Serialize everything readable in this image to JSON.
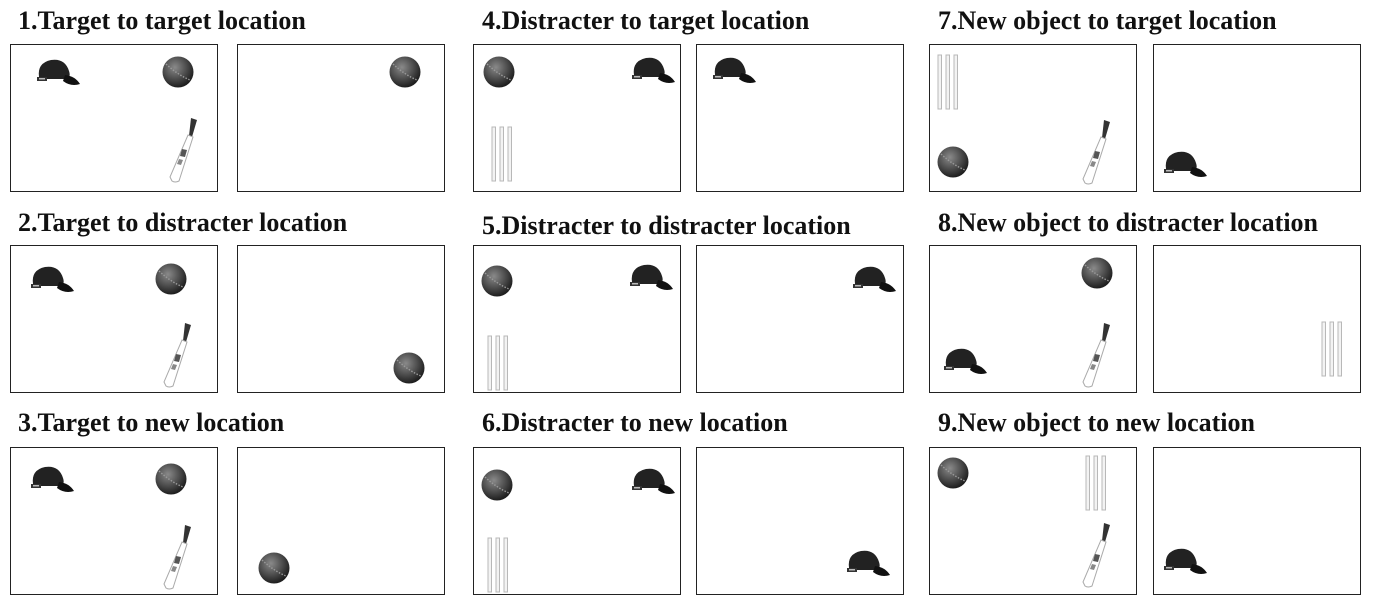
{
  "cells": [
    {
      "title": "1.Target to target location"
    },
    {
      "title": "2.Target to distracter location"
    },
    {
      "title": "3.Target to new location"
    },
    {
      "title": "4.Distracter to target location"
    },
    {
      "title": "5.Distracter to distracter location"
    },
    {
      "title": "6.Distracter to new location"
    },
    {
      "title": "7.New object to target location"
    },
    {
      "title": "8.New object to distracter location"
    },
    {
      "title": "9.New object to new location"
    }
  ],
  "icons": [
    "cap-icon",
    "ball-icon",
    "bat-icon",
    "stumps-icon"
  ]
}
